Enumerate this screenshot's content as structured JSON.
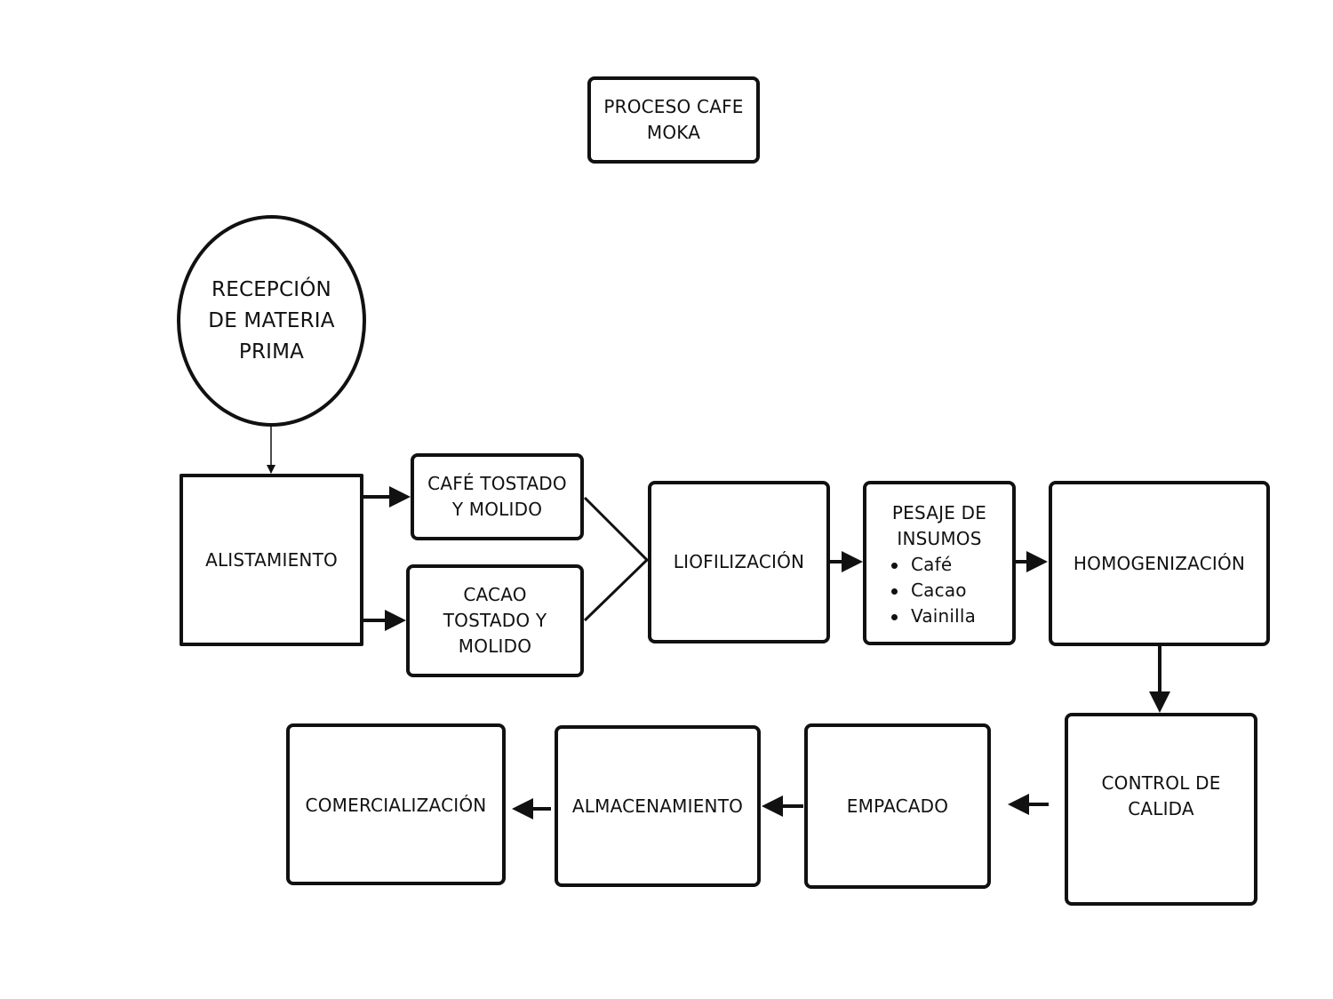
{
  "diagram": {
    "title": "PROCESO CAFE\nMOKA",
    "nodes": {
      "recepcion": "RECEPCIÓN\nDE MATERIA\nPRIMA",
      "alistamiento": "ALISTAMIENTO",
      "cafe_tostado": "CAFÉ TOSTADO\nY MOLIDO",
      "cacao_tostado": "CACAO\nTOSTADO Y\nMOLIDO",
      "liofilizacion": "LIOFILIZACIÓN",
      "pesaje": {
        "title": "PESAJE DE\nINSUMOS",
        "items": [
          "Café",
          "Cacao",
          "Vainilla"
        ]
      },
      "homogenizacion": "HOMOGENIZACIÓN",
      "control_calidad": "CONTROL DE\nCALIDA",
      "empacado": "EMPACADO",
      "almacenamiento": "ALMACENAMIENTO",
      "comercializacion": "COMERCIALIZACIÓN"
    },
    "colors": {
      "stroke": "#111111",
      "background": "#ffffff"
    }
  }
}
